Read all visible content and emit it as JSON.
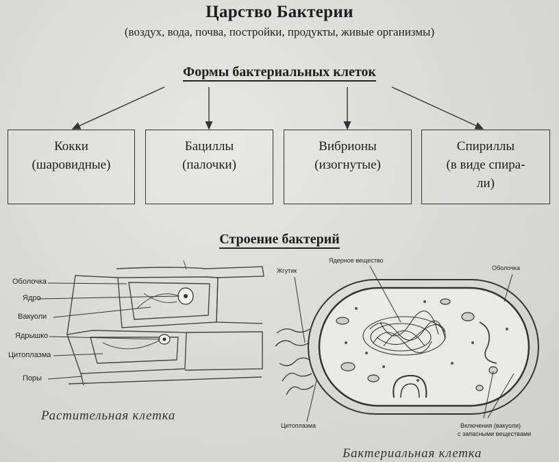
{
  "title": "Царство Бактерии",
  "subtitle": "(воздух, вода, почва, постройки, продукты, живые организмы)",
  "forms_title": "Формы бактериальных клеток",
  "forms": [
    {
      "lines": [
        "Кокки",
        "(шаровидные)"
      ]
    },
    {
      "lines": [
        "Бациллы",
        "(палочки)"
      ]
    },
    {
      "lines": [
        "Вибрионы",
        "(изогнутые)"
      ]
    },
    {
      "lines": [
        "Спириллы",
        "(в виде спира-",
        "ли)"
      ]
    }
  ],
  "structure_title": "Строение бактерий",
  "plant_cell": {
    "labels": [
      "Оболочка",
      "Ядро",
      "Вакуоли",
      "Ядрышко",
      "Цитоплазма",
      "Поры"
    ],
    "caption": "Растительная клетка"
  },
  "bacterial_cell": {
    "label_flagellum": "Жгутик",
    "label_nucleoid": "Ядерное вещество",
    "label_membrane": "Оболочка",
    "label_cytoplasm": "Цитоплазма",
    "label_inclusions_1": "Включения (вакуоли)",
    "label_inclusions_2": "с запасными веществами",
    "caption": "Бактериальная клетка"
  },
  "colors": {
    "background": "#d7d7d5",
    "ink": "#1e1e1e",
    "line": "#333333"
  }
}
